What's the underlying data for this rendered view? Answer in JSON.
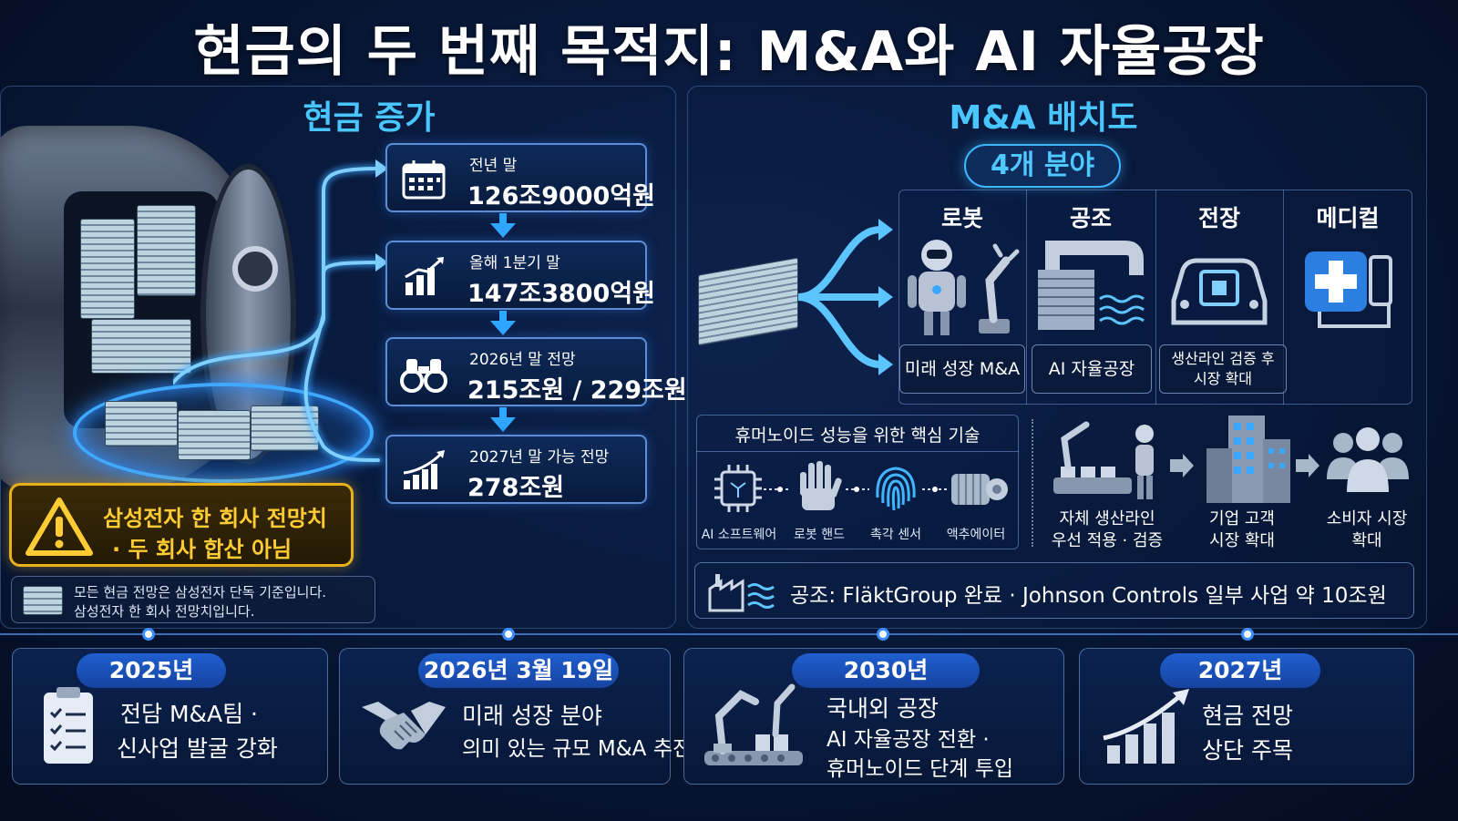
{
  "title": "현금의 두 번째 목적지: M&A와 AI 자율공장",
  "cash_section": {
    "title": "현금 증가",
    "items": [
      {
        "label": "전년 말",
        "value": "126조9000억원",
        "icon": "calendar-icon"
      },
      {
        "label": "올해 1분기 말",
        "value": "147조3800억원",
        "icon": "bar-chart-icon"
      },
      {
        "label": "2026년 말 전망",
        "value": "215조원 / 229조원",
        "icon": "binoculars-icon"
      },
      {
        "label": "2027년 말 가능 전망",
        "value": "278조원",
        "icon": "growth-chart-icon"
      }
    ],
    "warning_line1": "삼성전자 한 회사 전망치",
    "warning_line2": "· 두 회사 합산 아님",
    "note_line1": "모든 현금 전망은 삼성전자 단독 기준입니다.",
    "note_line2": "삼성전자 한 회사 전망치입니다."
  },
  "ma_section": {
    "title": "M&A 배치도",
    "pill": "4개 분야",
    "categories": [
      {
        "name": "로봇",
        "box": "미래 성장 M&A",
        "icon": "robot-icon"
      },
      {
        "name": "공조",
        "box": "AI 자율공장",
        "icon": "hvac-icon"
      },
      {
        "name": "전장",
        "box_line1": "생산라인 검증 후",
        "box_line2": "시장 확대",
        "icon": "car-chip-icon"
      },
      {
        "name": "메디컬",
        "icon": "medical-cross-icon"
      }
    ],
    "tech_title": "휴머노이드 성능을 위한 핵심 기술",
    "tech_items": [
      "AI 소프트웨어",
      "로봇 핸드",
      "촉각 센서",
      "액추에이터"
    ],
    "steps": [
      {
        "line1": "자체 생산라인",
        "line2": "우선 적용 · 검증"
      },
      {
        "line1": "기업 고객",
        "line2": "시장 확대"
      },
      {
        "line1": "소비자 시장",
        "line2": "확대"
      }
    ],
    "hvac_text": "공조: FläktGroup 완료 · Johnson Controls 일부 사업 약 10조원"
  },
  "timeline": [
    {
      "year": "2025년",
      "line1": "전담 M&A팀 ·",
      "line2": "신사업 발굴 강화",
      "icon": "clipboard-icon"
    },
    {
      "year": "2026년 3월 19일",
      "line1": "미래 성장 분야",
      "line2": "의미 있는 규모 M&A 추진",
      "icon": "handshake-icon"
    },
    {
      "year": "2030년",
      "line1": "국내외 공장",
      "line2": "AI 자율공장 전환 ·",
      "line3": "휴머노이드 단계 투입",
      "icon": "factory-robot-icon"
    },
    {
      "year": "2027년",
      "line1": "현금 전망",
      "line2": "상단 주목",
      "icon": "growth-chart-icon"
    }
  ],
  "colors": {
    "accent": "#49c6ff",
    "warning": "#ffcc33",
    "year_pill": "#1f5fcf"
  }
}
